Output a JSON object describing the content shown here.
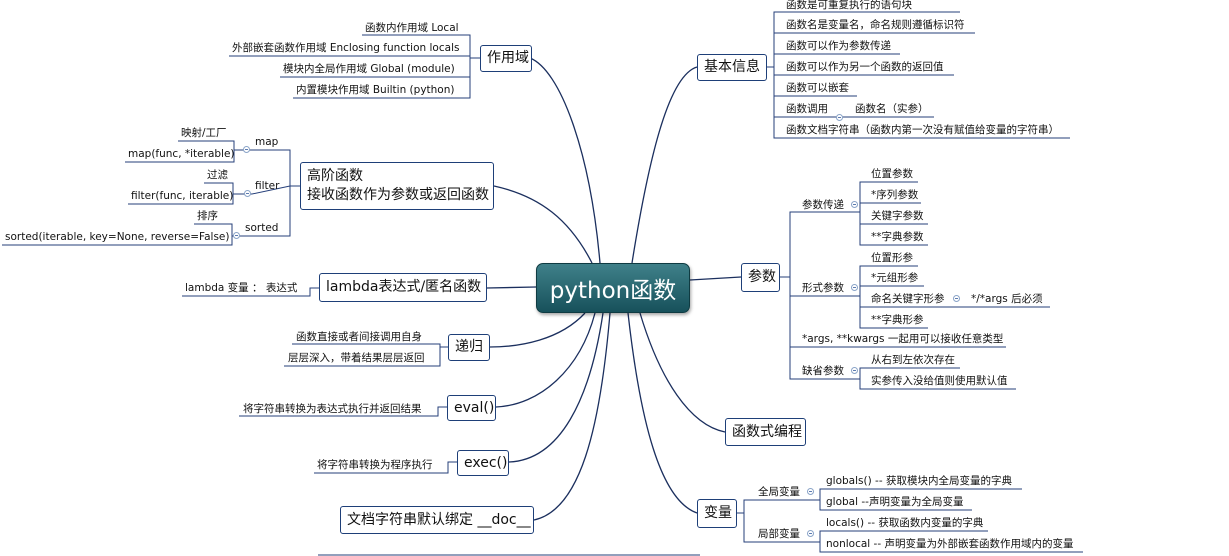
{
  "central": {
    "label": "python函数"
  },
  "scope": {
    "label": "作用域",
    "items": [
      "函数内作用域 Local",
      "外部嵌套函数作用域  Enclosing function locals",
      "模块内全局作用域   Global (module)",
      "内置模块作用域   Builtin (python)"
    ]
  },
  "higher_order": {
    "label_lines": [
      "高阶函数",
      "接收函数作为参数或返回函数"
    ],
    "map": {
      "label": "map",
      "items": [
        "映射/工厂",
        "map(func, *iterable)"
      ]
    },
    "filter": {
      "label": "filter",
      "items": [
        "过滤",
        "filter(func, iterable)"
      ]
    },
    "sorted": {
      "label": "sorted",
      "items": [
        "排序",
        "sorted(iterable, key=None, reverse=False)"
      ]
    }
  },
  "lambda": {
    "label": "lambda表达式/匿名函数",
    "items": [
      "lambda 变量  ：  表达式"
    ]
  },
  "recursion": {
    "label": "递归",
    "items": [
      "函数直接或者间接调用自身",
      "层层深入，带着结果层层返回"
    ]
  },
  "eval": {
    "label": "eval()",
    "items": [
      "将字符串转换为表达式执行并返回结果"
    ]
  },
  "exec": {
    "label": "exec()",
    "items": [
      "将字符串转换为程序执行"
    ]
  },
  "doc": {
    "label": "文档字符串默认绑定 __doc__"
  },
  "basic_info": {
    "label": "基本信息",
    "items": [
      "函数是可重复执行的语句块",
      "函数名是变量名，命名规则遵循标识符",
      "函数可以作为参数传递",
      "函数可以作为另一个函数的返回值",
      "函数可以嵌套",
      "函数调用",
      "函数文档字符串（函数内第一次没有赋值给变量的字符串）"
    ],
    "call_child": "函数名（实参）"
  },
  "params": {
    "label": "参数",
    "passing": {
      "label": "参数传递",
      "items": [
        "位置参数",
        "*序列参数",
        "关键字参数",
        "**字典参数"
      ]
    },
    "formal": {
      "label": "形式参数",
      "items": [
        "位置形参",
        "*元组形参",
        "命名关键字形参",
        "**字典形参"
      ],
      "kw_child": "*/*args 后必须"
    },
    "args_note": "*args, **kwargs 一起用可以接收任意类型",
    "default": {
      "label": "缺省参数",
      "items": [
        "从右到左依次存在",
        "实参传入没给值则使用默认值"
      ]
    }
  },
  "functional": {
    "label": "函数式编程"
  },
  "variables": {
    "label": "变量",
    "global": {
      "label": "全局变量",
      "items": [
        "globals() -- 获取模块内全局变量的字典",
        "global --声明变量为全局变量"
      ]
    },
    "local": {
      "label": "局部变量",
      "items": [
        "locals() -- 获取函数内变量的字典",
        "nonlocal -- 声明变量为外部嵌套函数作用域内的变量"
      ]
    }
  },
  "colors": {
    "central_fill": "#2a6a73",
    "topic_border": "#1e3f78",
    "line": "#1b2f5e",
    "sub_underline": "#253f7a"
  }
}
